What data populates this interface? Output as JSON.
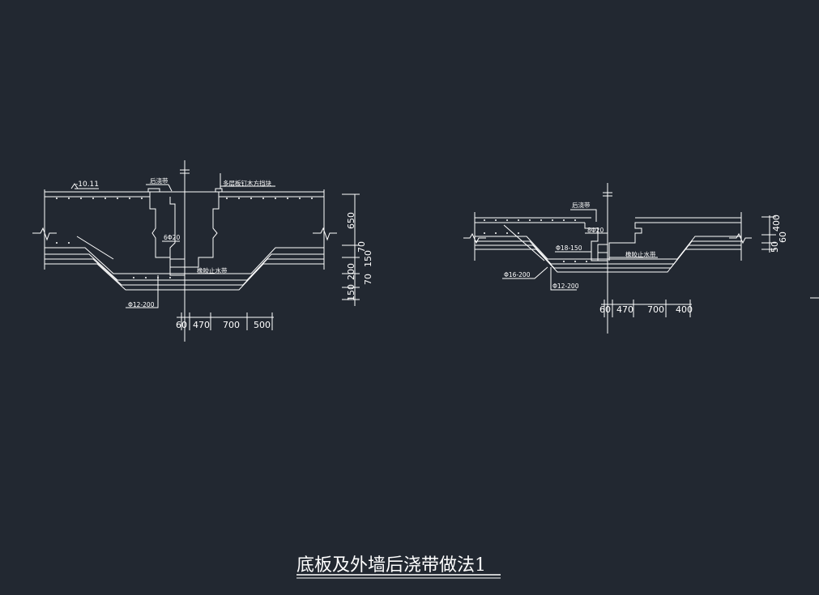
{
  "drawing": {
    "title": "底板及外墙后浇带做法1",
    "left_detail": {
      "elevation": "-10.11",
      "label_post_pour_strip": "后浇带",
      "label_plywood": "多层板钉木方挡块",
      "label_rebar_6": "6Φ20",
      "label_waterstop": "橡胶止水带",
      "label_rebar_12": "Φ12-200",
      "dims_horizontal": [
        "60",
        "470",
        "700",
        "500"
      ],
      "dims_vertical": [
        "650",
        "70",
        "150",
        "200",
        "150",
        "70"
      ]
    },
    "right_detail": {
      "label_post_pour_strip": "后浇带",
      "label_rebar_8": "8Φ20",
      "label_rebar_18_150": "Φ18-150",
      "label_rebar_16_200": "Φ16-200",
      "label_waterstop": "橡胶止水带",
      "label_rebar_12": "Φ12-200",
      "dims_horizontal": [
        "60",
        "470",
        "700",
        "400"
      ],
      "dims_vertical": [
        "400",
        "60",
        "50"
      ]
    }
  }
}
